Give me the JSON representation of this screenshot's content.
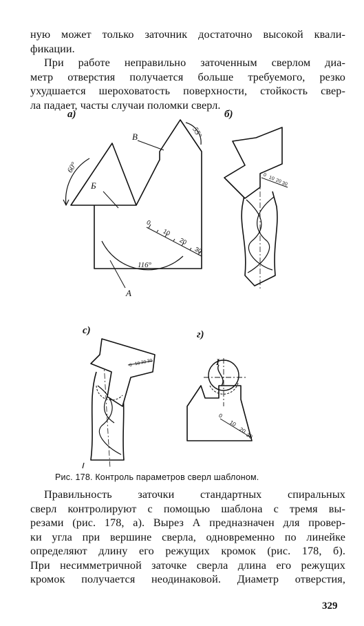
{
  "text": {
    "p1": [
      "ную может только заточник достаточно высокой квали-",
      "фикации."
    ],
    "p2": [
      "При работе неправильно заточенным сверлом диа-",
      "метр отверстия получается больше требуемого, резко",
      "ухудшается шероховатость поверхности, стойкость свер-",
      "ла падает, часты случаи поломки сверл."
    ],
    "p3": [
      "Правильность заточки стандартных спиральных",
      "сверл контролируют с помощью шаблона с тремя вы-",
      "резами (рис. 178, а). Вырез А предназначен для провер-",
      "ки угла при вершине сверла, одновременно по линейке",
      "определяют длину его режущих кромок (рис. 178, б).",
      "При несимметричной заточке сверла длина его режущих",
      "кромок получается неодинаковой. Диаметр отверстия,"
    ]
  },
  "figure": {
    "caption": "Рис. 178. Контроль параметров сверл шаблоном.",
    "panels": {
      "a": "а)",
      "b": "б)",
      "c": "с)",
      "g": "г)"
    },
    "labels": {
      "angle60": "60°",
      "angle55": "55°",
      "angle116": "116°",
      "cutB": "Б",
      "cutV": "В",
      "cutA": "А",
      "markI": "I"
    },
    "ruler_ticks": [
      "0",
      "10",
      "20",
      "30"
    ]
  },
  "page_number": "329"
}
